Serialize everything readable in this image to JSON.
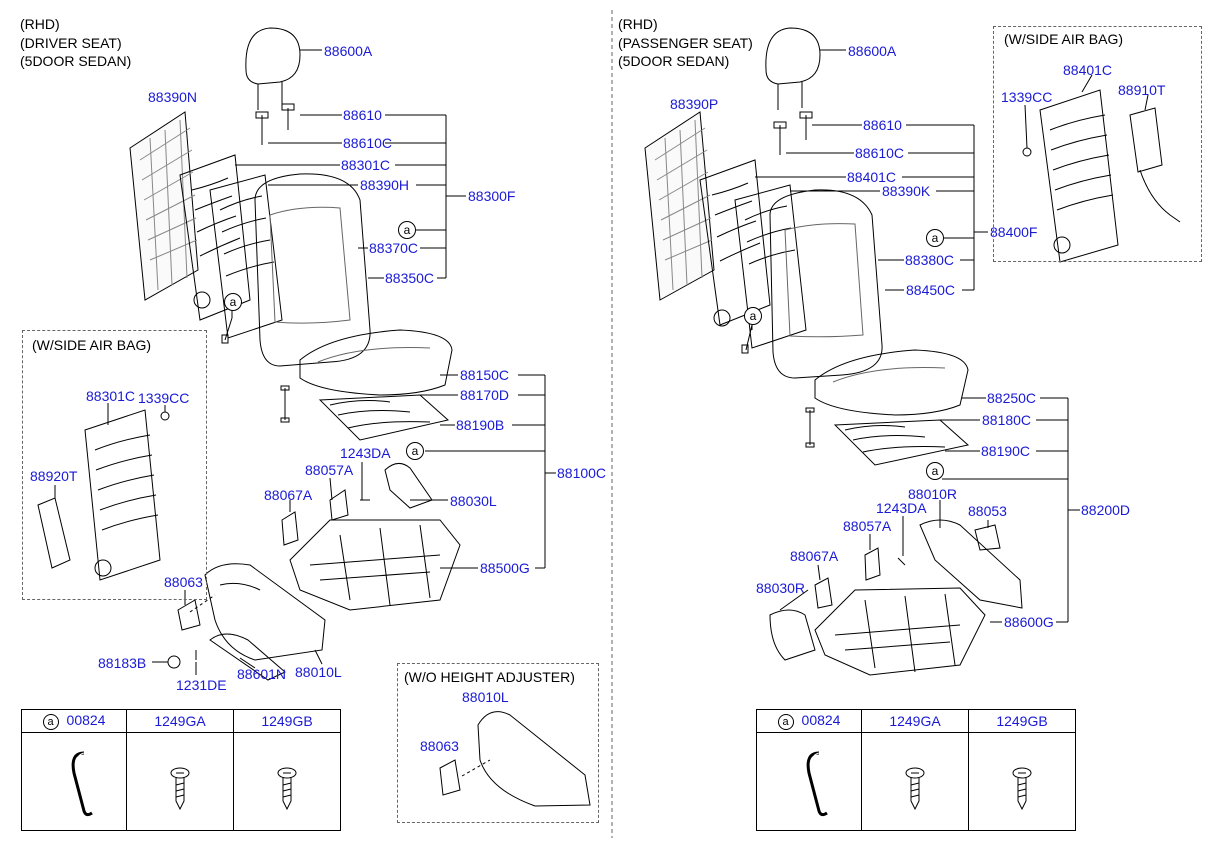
{
  "left": {
    "header": [
      "(RHD)",
      "(DRIVER SEAT)",
      "(5DOOR SEDAN)"
    ],
    "labels": {
      "p88600A": "88600A",
      "p88390N": "88390N",
      "p88610": "88610",
      "p88610C": "88610C",
      "p88301C": "88301C",
      "p88390H": "88390H",
      "p88300F": "88300F",
      "p88370C": "88370C",
      "p88350C": "88350C",
      "p88150C": "88150C",
      "p88170D": "88170D",
      "p88190B": "88190B",
      "p88100C": "88100C",
      "p1243DA": "1243DA",
      "p88057A": "88057A",
      "p88067A": "88067A",
      "p88030L": "88030L",
      "p88500G": "88500G",
      "p88063": "88063",
      "p88183B": "88183B",
      "p1231DE": "1231DE",
      "p88601N": "88601N",
      "p88010L": "88010L"
    },
    "airbag_box": {
      "title": "(W/SIDE AIR BAG)",
      "p88301C": "88301C",
      "p1339CC": "1339CC",
      "p88920T": "88920T"
    },
    "noheight_box": {
      "title": "(W/O HEIGHT ADJUSTER)",
      "p88010L": "88010L",
      "p88063": "88063"
    },
    "table": {
      "c1": "00824",
      "c2": "1249GA",
      "c3": "1249GB"
    }
  },
  "right": {
    "header": [
      "(RHD)",
      "(PASSENGER SEAT)",
      "(5DOOR SEDAN)"
    ],
    "labels": {
      "p88600A": "88600A",
      "p88390P": "88390P",
      "p88610": "88610",
      "p88610C": "88610C",
      "p88401C": "88401C",
      "p88390K": "88390K",
      "p88400F": "88400F",
      "p88380C": "88380C",
      "p88450C": "88450C",
      "p88250C": "88250C",
      "p88180C": "88180C",
      "p88190C": "88190C",
      "p88200D": "88200D",
      "p88010R": "88010R",
      "p1243DA": "1243DA",
      "p88053": "88053",
      "p88057A": "88057A",
      "p88067A": "88067A",
      "p88030R": "88030R",
      "p88600G": "88600G"
    },
    "airbag_box": {
      "title": "(W/SIDE AIR BAG)",
      "p88401C": "88401C",
      "p1339CC": "1339CC",
      "p88910T": "88910T"
    },
    "table": {
      "c1": "00824",
      "c2": "1249GA",
      "c3": "1249GB"
    }
  },
  "callout_letter": "a"
}
